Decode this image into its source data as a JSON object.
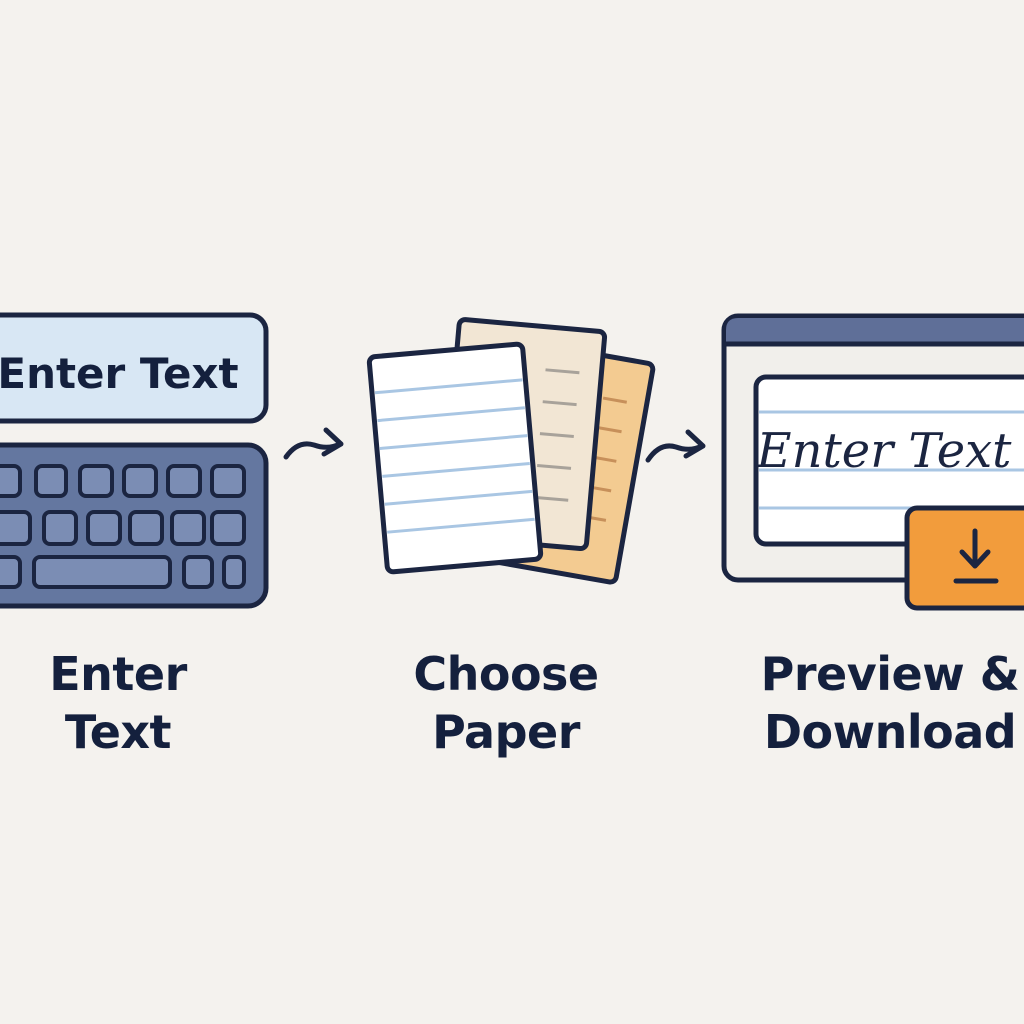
{
  "steps": [
    {
      "icon": "keyboard-icon",
      "input_box_text": "Enter Text",
      "label_line1": "Enter",
      "label_line2": "Text"
    },
    {
      "icon": "paper-stack-icon",
      "label_line1": "Choose",
      "label_line2": "Paper"
    },
    {
      "icon": "browser-preview-icon",
      "preview_text": "Enter Text",
      "download_icon": "download-icon",
      "label_line1": "Preview &",
      "label_line2": "Download"
    }
  ],
  "colors": {
    "background": "#f4f2ee",
    "outline": "#1b2541",
    "keyboard": "#6477a0",
    "input_box": "#d8e7f4",
    "browser_bar": "#5f6f98",
    "download_button": "#f29c3c",
    "paper_beige": "#f2e6d4",
    "paper_orange": "#f3cb91",
    "rule_line": "#a9c6e3"
  }
}
